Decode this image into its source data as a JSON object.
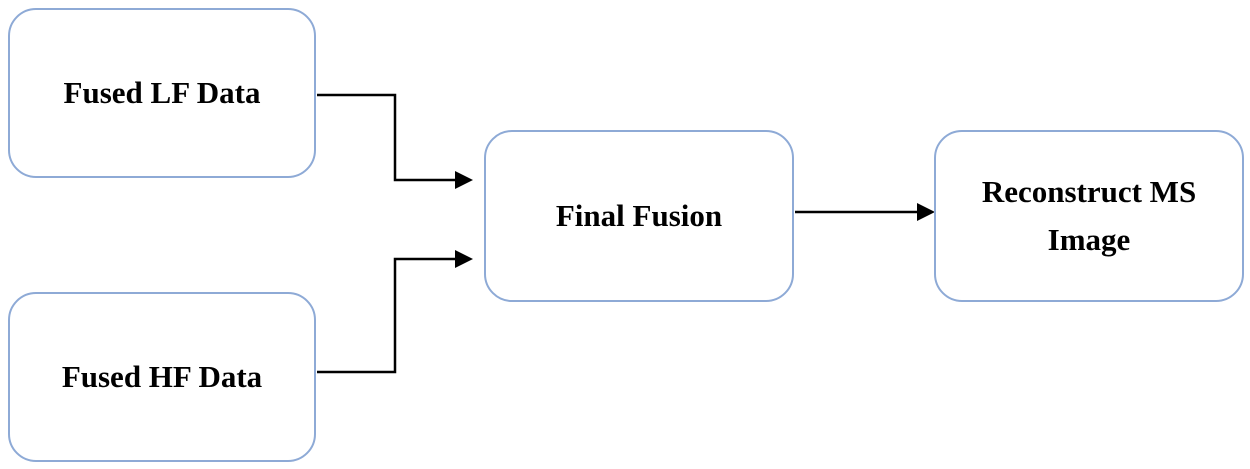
{
  "diagram": {
    "nodes": {
      "fused_lf": "Fused LF Data",
      "fused_hf": "Fused HF Data",
      "final_fusion": "Final Fusion",
      "reconstruct": "Reconstruct MS Image"
    },
    "edges": [
      {
        "from": "Fused LF Data",
        "to": "Final Fusion"
      },
      {
        "from": "Fused HF Data",
        "to": "Final Fusion"
      },
      {
        "from": "Final Fusion",
        "to": "Reconstruct MS Image"
      }
    ],
    "colors": {
      "node_border": "#8eaad6",
      "connector": "#000000",
      "text": "#000000"
    }
  }
}
